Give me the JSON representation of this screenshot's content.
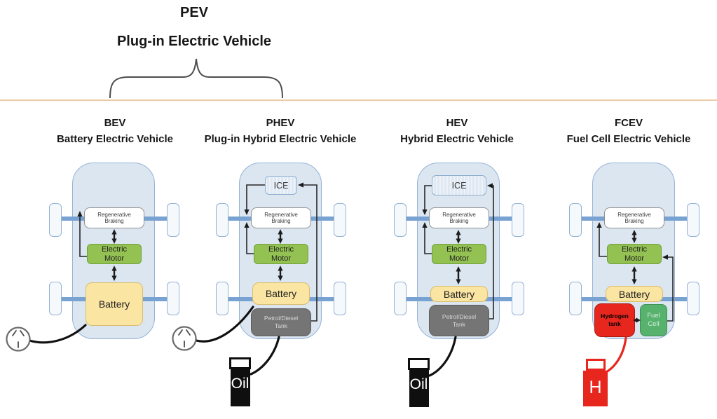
{
  "header": {
    "acronym": "PEV",
    "name": "Plug-in Electric Vehicle"
  },
  "vehicles": [
    {
      "acronym": "BEV",
      "name": "Battery Electric Vehicle"
    },
    {
      "acronym": "PHEV",
      "name": "Plug-in Hybrid Electric Vehicle"
    },
    {
      "acronym": "HEV",
      "name": "Hybrid Electric Vehicle"
    },
    {
      "acronym": "FCEV",
      "name": "Fuel Cell Electric Vehicle"
    }
  ],
  "components": {
    "ice": "ICE",
    "regen_line1": "Regenerative",
    "regen_line2": "Braking",
    "motor_line1": "Electric",
    "motor_line2": "Motor",
    "battery": "Battery",
    "tank_line1": "Petrol/Diesel",
    "tank_line2": "Tank",
    "hydrogen_line1": "Hydrogen",
    "hydrogen_line2": "tank",
    "fuelcell_line1": "Fuel",
    "fuelcell_line2": "Cell",
    "oil_pump": "Oil",
    "hydrogen_pump": "H"
  },
  "colors": {
    "body_fill": "#dce6f1",
    "body_border": "#94b2d6",
    "wheel_fill": "#f6f9fc",
    "axle": "#78a2d2",
    "motor_fill": "#93c152",
    "motor_border": "#6fa13a",
    "battery_fill": "#fbe5a3",
    "battery_border": "#d9bd6e",
    "ice_fill": "#dfe8f3",
    "ice_border": "#8fafd0",
    "regen_border": "#909090",
    "tank_fill": "#757575",
    "tank_border": "#5e5e5e",
    "tank_text": "#d9d9d9",
    "hydrogen_fill": "#e7271e",
    "hydrogen_border": "#a81b13",
    "fuelcell_fill": "#56b26d",
    "fuelcell_border": "#3f9054",
    "fuelcell_text": "#d8eedd",
    "divider": "#eec9a8",
    "pump_black": "#0f0f0f",
    "pump_red": "#e7271e"
  }
}
